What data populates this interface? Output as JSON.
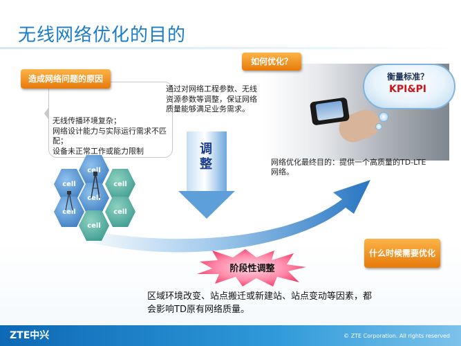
{
  "title": "无线网络优化的目的",
  "tags": {
    "cause": "造成网络问题的原因",
    "how": "如何优化？",
    "when": "什么时候需要优化"
  },
  "cause_text": "无线传播环境复杂；\n网络设计能力与实际运行需求不匹配；\n设备未正常工作或能力限制",
  "how_text": "通过对网络工程参数、无线资源参数等调整，保证网络质量能够满足业务需求。",
  "arrow_label": "调\n整",
  "kpi": {
    "question": "衡量标准？",
    "value": "KPI&PI"
  },
  "goal_text": "网络优化最终目的：提供一个高质量的TD-LTE网络。",
  "cells": [
    "cell",
    "cell",
    "cell",
    "cell",
    "cell",
    "cell",
    "cell"
  ],
  "burst_label": "阶段性调整",
  "bottom_text": "区域环境改变、站点搬迁或新建站、站点变动等因素，都会影响TD原有网络质量。",
  "footer": {
    "logo": "ZTE中兴",
    "copyright": "© ZTE Corporation. All rights reserved"
  },
  "colors": {
    "title": "#1a7cc8",
    "tag_orange": "#e67a0a",
    "kpi_red": "#d01418",
    "footer_blue": "#0d68b5"
  }
}
